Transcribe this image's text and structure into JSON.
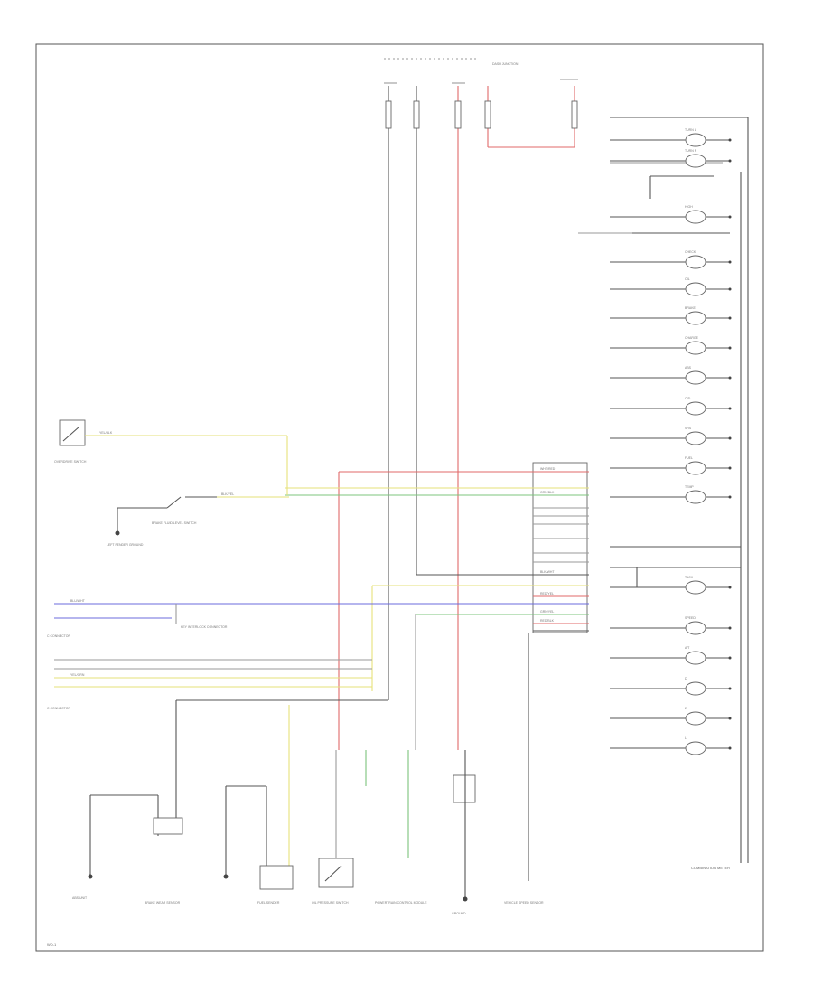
{
  "diagram": {
    "corner_label": "WD-1",
    "cluster_label": "COMBINATION METER",
    "components": {
      "overdrive_switch": "OVERDRIVE SWITCH",
      "brake_fluid_switch": "BRAKE FLUID LEVEL SWITCH",
      "ground_left": "LEFT FENDER GROUND",
      "key_switch_connector": "KEY INTERLOCK CONNECTOR",
      "c_connector_1": "C CONNECTOR",
      "c_connector_2": "C CONNECTOR",
      "abs_unit": "ABS UNIT",
      "brake_wear": "BRAKE WEAR SENSOR",
      "fuel_sender": "FUEL SENDER",
      "oil_pressure_switch": "OIL PRESSURE SWITCH",
      "powertrain_module": "POWERTRAIN CONTROL MODULE",
      "ground_right": "GROUND",
      "speed_sensor": "VEHICLE SPEED SENSOR",
      "dash_junction": "DASH JUNCTION"
    },
    "gauges": [
      "TURN L",
      "TURN R",
      "HIGH",
      "CHECK",
      "OIL",
      "BRAKE",
      "CHARGE",
      "ABS",
      "O/D",
      "SRS",
      "FUEL",
      "TEMP",
      "TACH",
      "SPEED",
      "A/T",
      "D",
      "2",
      "L"
    ],
    "wire_tags": [
      "YEL/BLK",
      "BLK/YEL",
      "WHT/RED",
      "GRN/BLK",
      "BLU/WHT",
      "RED/YEL",
      "YEL/GRN",
      "BLK/WHT",
      "GRN/YEL",
      "RED/BLK"
    ]
  }
}
